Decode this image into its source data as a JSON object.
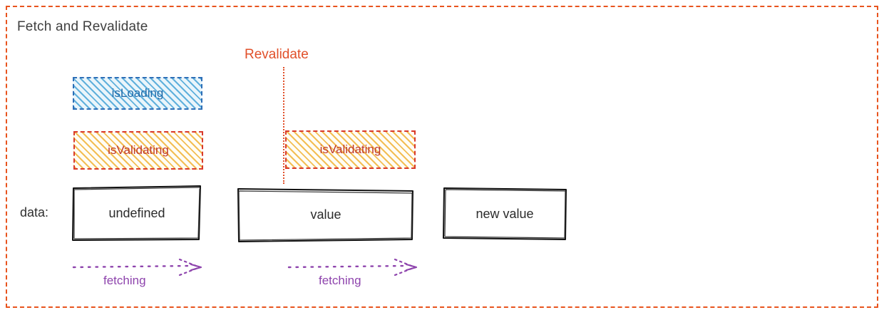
{
  "diagram": {
    "title": "Fetch and Revalidate",
    "frame_color": "#E8541E",
    "title_color": "#3f3f3f"
  },
  "revalidate": {
    "label": "Revalidate",
    "color": "#E1502A",
    "marker_line": "vertical-dotted"
  },
  "states": [
    {
      "key": "isloading",
      "label": "isLoading",
      "border_color": "#2E6FB7",
      "hatch_color": "#5FB0DC",
      "text_color": "#1F6AA8"
    },
    {
      "key": "isvalidating-1",
      "label": "isValidating",
      "border_color": "#D93A2B",
      "hatch_color": "#F3BE54",
      "text_color": "#C0392B"
    },
    {
      "key": "isvalidating-2",
      "label": "isValidating",
      "border_color": "#D93A2B",
      "hatch_color": "#F3BE54",
      "text_color": "#C0392B"
    }
  ],
  "data_row": {
    "label": "data:",
    "boxes": [
      {
        "key": "undefined",
        "label": "undefined"
      },
      {
        "key": "value",
        "label": "value"
      },
      {
        "key": "newvalue",
        "label": "new value"
      }
    ]
  },
  "fetch_arrows": [
    {
      "key": "fetch-1",
      "label": "fetching",
      "color": "#8E44AD"
    },
    {
      "key": "fetch-2",
      "label": "fetching",
      "color": "#8E44AD"
    }
  ]
}
